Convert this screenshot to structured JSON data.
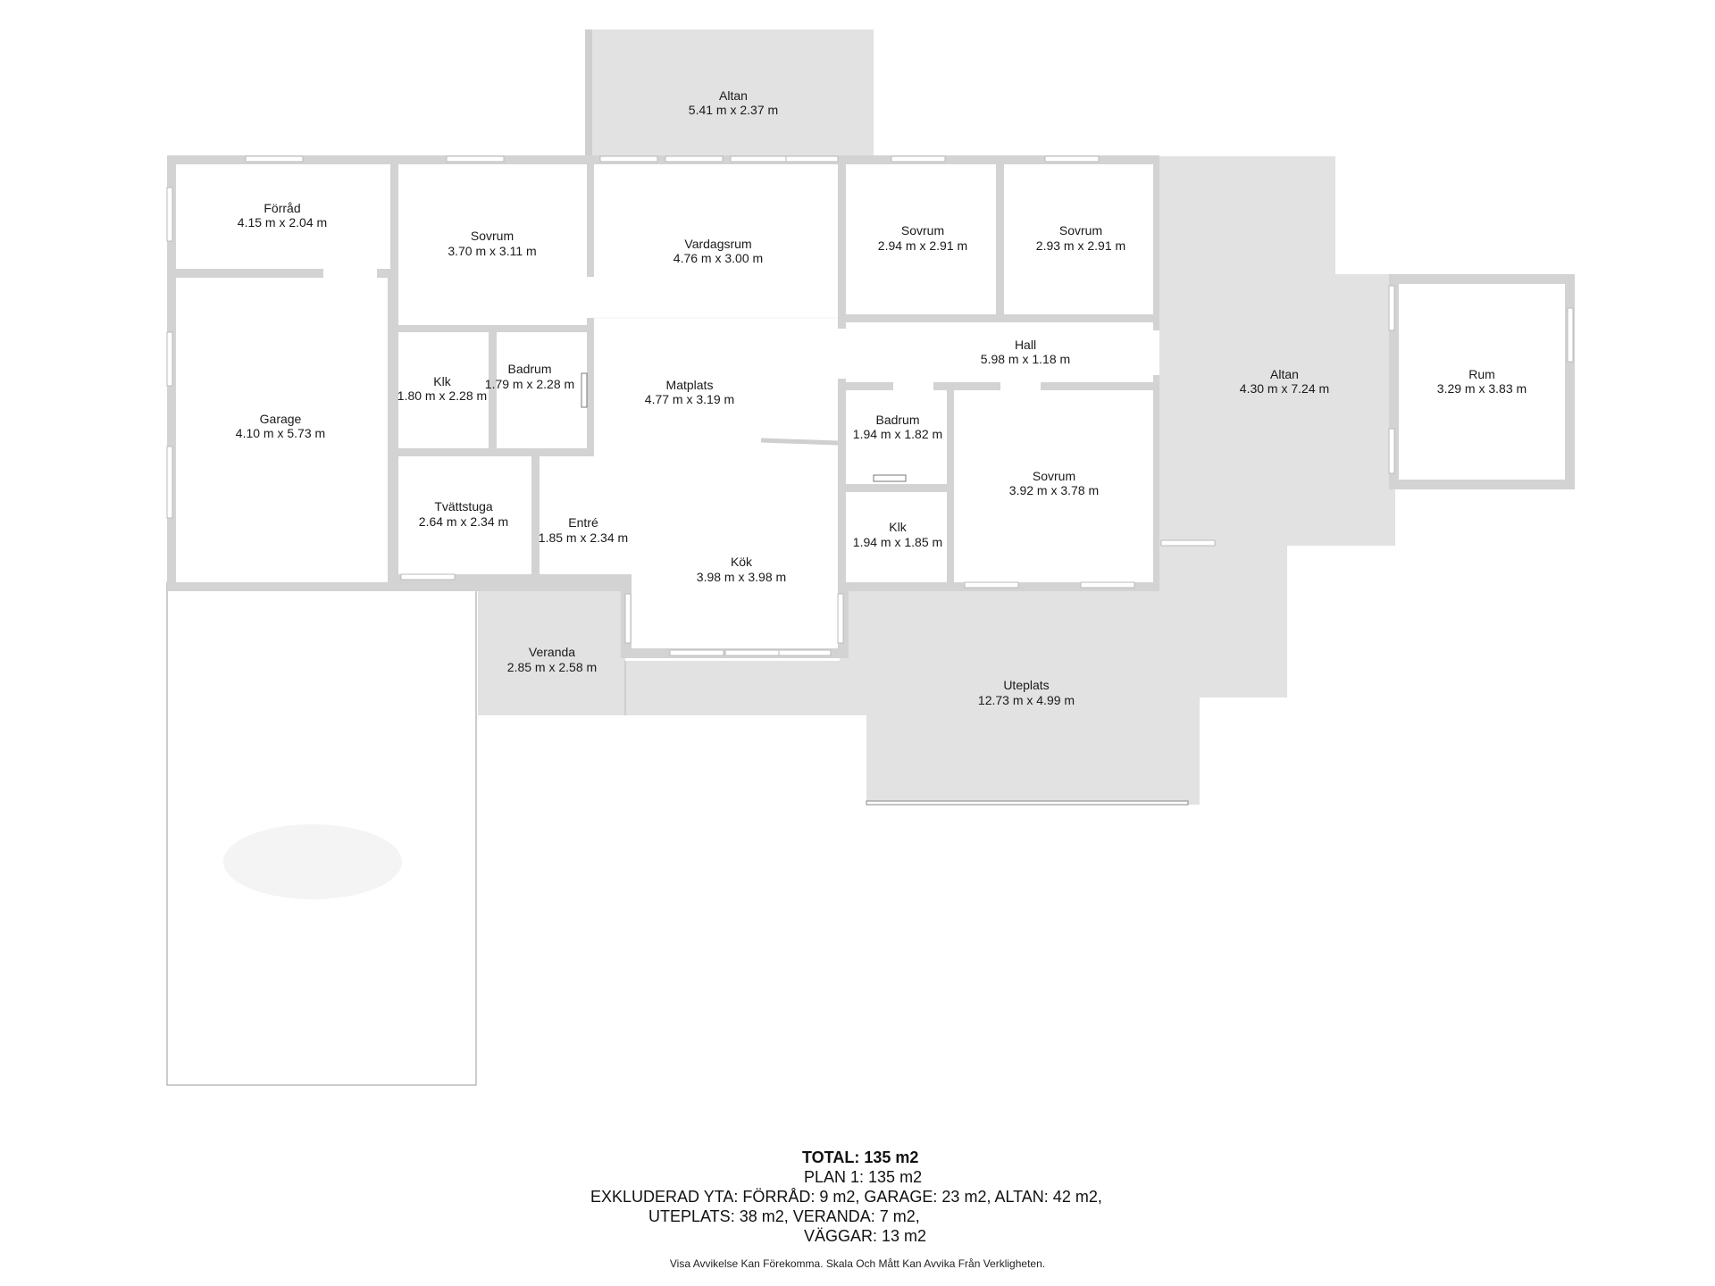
{
  "rooms": [
    {
      "id": "altan-top",
      "name": "Altan",
      "size": "5.41 m x 2.37 m"
    },
    {
      "id": "forrad",
      "name": "Förråd",
      "size": "4.15 m x 2.04 m"
    },
    {
      "id": "sovrum-1",
      "name": "Sovrum",
      "size": "3.70 m x 3.11 m"
    },
    {
      "id": "vardagsrum",
      "name": "Vardagsrum",
      "size": "4.76 m x 3.00 m"
    },
    {
      "id": "sovrum-2",
      "name": "Sovrum",
      "size": "2.94 m x 2.91 m"
    },
    {
      "id": "sovrum-3",
      "name": "Sovrum",
      "size": "2.93 m x 2.91 m"
    },
    {
      "id": "hall",
      "name": "Hall",
      "size": "5.98 m x 1.18 m"
    },
    {
      "id": "altan-right",
      "name": "Altan",
      "size": "4.30 m x 7.24 m"
    },
    {
      "id": "rum",
      "name": "Rum",
      "size": "3.29 m x 3.83 m"
    },
    {
      "id": "garage",
      "name": "Garage",
      "size": "4.10 m x 5.73 m"
    },
    {
      "id": "klk-1",
      "name": "Klk",
      "size": "1.80 m x 2.28 m"
    },
    {
      "id": "badrum-1",
      "name": "Badrum",
      "size": "1.79 m x 2.28 m"
    },
    {
      "id": "matplats",
      "name": "Matplats",
      "size": "4.77 m x 3.19 m"
    },
    {
      "id": "badrum-2",
      "name": "Badrum",
      "size": "1.94 m x 1.82 m"
    },
    {
      "id": "sovrum-4",
      "name": "Sovrum",
      "size": "3.92 m x 3.78 m"
    },
    {
      "id": "tvattstuga",
      "name": "Tvättstuga",
      "size": "2.64 m x 2.34 m"
    },
    {
      "id": "entre",
      "name": "Entré",
      "size": "1.85 m x 2.34 m"
    },
    {
      "id": "klk-2",
      "name": "Klk",
      "size": "1.94 m x 1.85 m"
    },
    {
      "id": "kok",
      "name": "Kök",
      "size": "3.98 m x 3.98 m"
    },
    {
      "id": "veranda",
      "name": "Veranda",
      "size": "2.85 m x 2.58 m"
    },
    {
      "id": "uteplats",
      "name": "Uteplats",
      "size": "12.73 m x 4.99 m"
    }
  ],
  "summary": {
    "total": "TOTAL: 135 m2",
    "plan": "PLAN 1: 135 m2",
    "excluded_1": "EXKLUDERAD YTA: FÖRRÅD: 9 m2, GARAGE: 23 m2, ALTAN: 42 m2,",
    "excluded_2": "UTEPLATS: 38 m2, VERANDA: 7 m2,",
    "walls": "VÄGGAR: 13 m2"
  },
  "disclaimer": "Visa Avvikelse Kan Förekomma. Skala Och Mått Kan Avvika Från Verkligheten.",
  "colors": {
    "wall": "#d3d3d3",
    "outdoor": "#e2e2e2",
    "floor": "#ffffff",
    "text": "#1a1a1a"
  }
}
